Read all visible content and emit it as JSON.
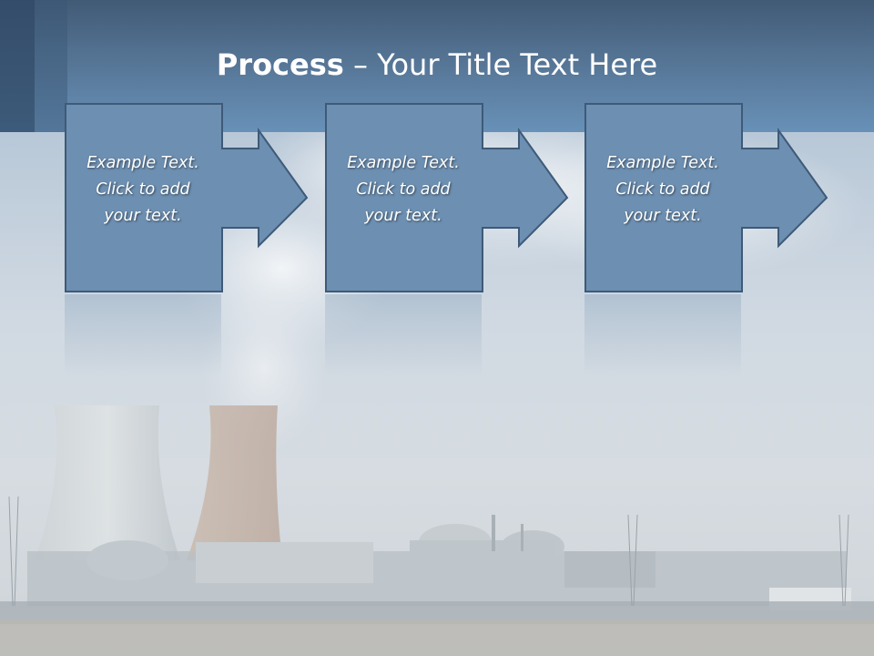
{
  "slide": {
    "title_bold": "Process",
    "title_rest": " – Your Title Text Here"
  },
  "steps": [
    {
      "text": "Example Text.\nClick  to add\nyour text."
    },
    {
      "text": "Example Text.\nClick  to add\nyour text."
    },
    {
      "text": "Example Text.\nClick  to add\nyour text."
    }
  ],
  "colors": {
    "header": "#557494",
    "box_fill": "#6d8fb1",
    "box_stroke": "#3e5a78",
    "title_text": "#ffffff"
  }
}
